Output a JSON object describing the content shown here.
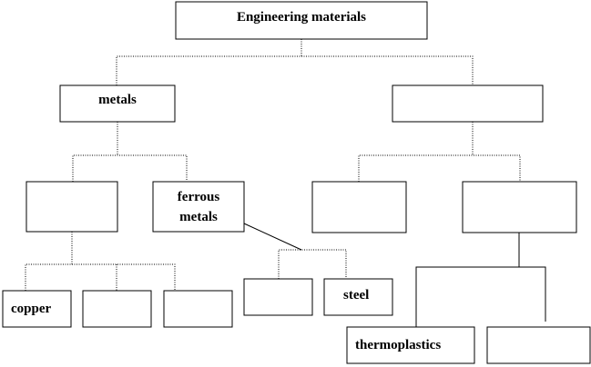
{
  "nodes": {
    "root": "Engineering  materials",
    "metals": "metals",
    "non_metals": "",
    "non_ferrous": "",
    "ferrous_line1": "ferrous",
    "ferrous_line2": "metals",
    "right_a": "",
    "right_b": "",
    "copper": "copper",
    "nf_2": "",
    "nf_3": "",
    "f_1": "",
    "steel": "steel",
    "thermoplastics": "thermoplastics",
    "plastic_2": ""
  }
}
